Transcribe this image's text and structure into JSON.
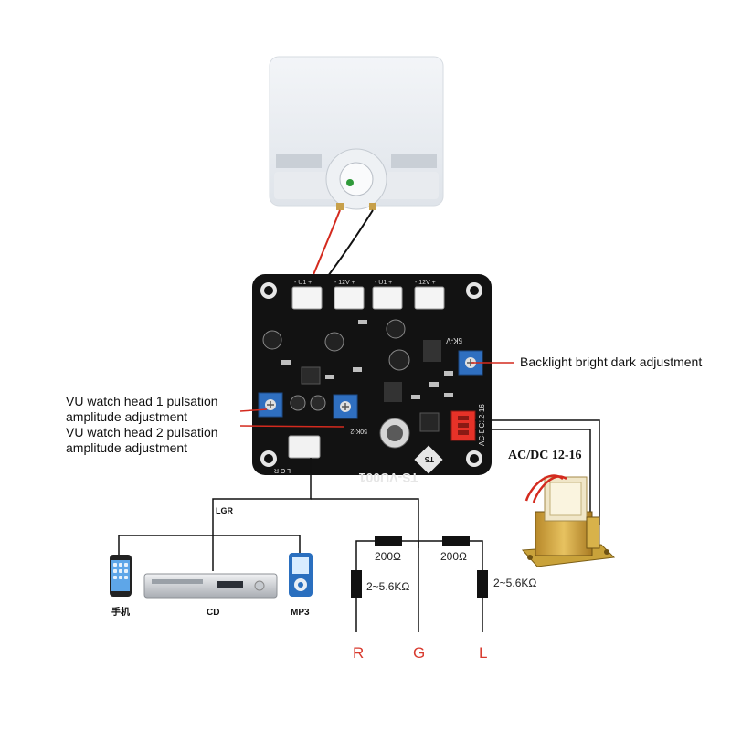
{
  "annotations": {
    "backlight": "Backlight bright dark adjustment",
    "head1": "VU watch head 1 pulsation amplitude adjustment",
    "head2": "VU watch head 2 pulsation amplitude adjustment",
    "power": "AC/DC 12-16"
  },
  "board": {
    "model": "TS-VU001",
    "logo": "TS",
    "silkscreen": {
      "pot_label": "5K-V",
      "power_label": "AC-DC12-16",
      "headers": [
        "- U1 +",
        "- 12V +",
        "- U1 +",
        "- 12V +"
      ],
      "input_header": "L G R",
      "pot2_label": "50K-2"
    }
  },
  "sources": {
    "bus_label": "LGR",
    "devices": [
      {
        "label": "手机",
        "icon": "smartphone-icon"
      },
      {
        "label": "CD",
        "icon": "cd-player-icon"
      },
      {
        "label": "MP3",
        "icon": "mp3-player-icon"
      }
    ]
  },
  "network": {
    "series_resistors": [
      "200Ω",
      "200Ω"
    ],
    "shunt_resistors": [
      "2~5.6KΩ",
      "2~5.6KΩ"
    ],
    "terminals": [
      "R",
      "G",
      "L"
    ]
  },
  "colors": {
    "pcb": "#121212",
    "pot": "#2f6fc0",
    "wire_red": "#d42a1e",
    "terminal_text": "#d83a2e",
    "connector_red": "#e63228",
    "transformer": "#c9a23a"
  }
}
